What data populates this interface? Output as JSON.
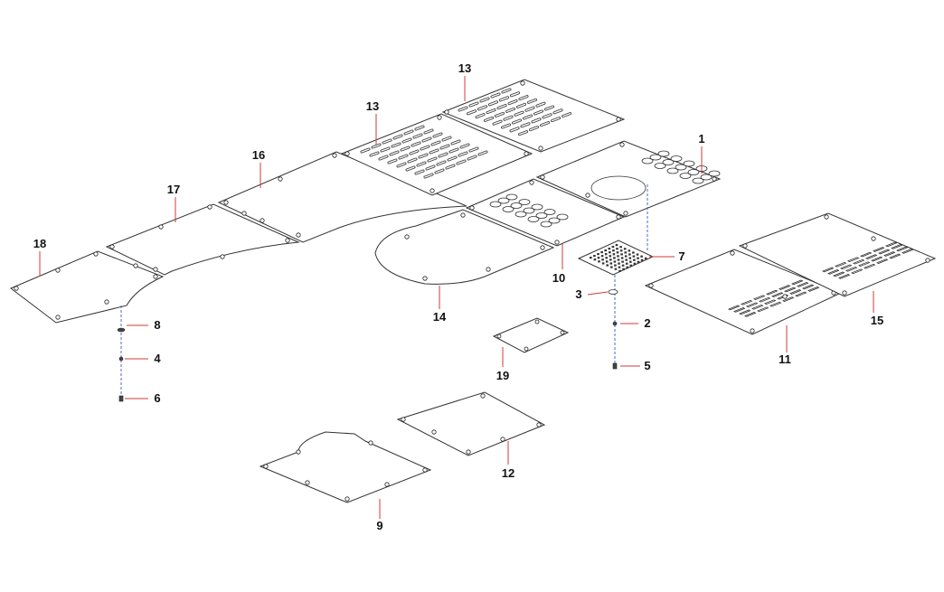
{
  "callouts": {
    "c1": "1",
    "c2": "2",
    "c3": "3",
    "c4": "4",
    "c5": "5",
    "c6": "6",
    "c7": "7",
    "c8": "8",
    "c9": "9",
    "c10": "10",
    "c11": "11",
    "c12": "12",
    "c13a": "13",
    "c13b": "13",
    "c14": "14",
    "c15": "15",
    "c16": "16",
    "c17": "17",
    "c18": "18",
    "c19": "19"
  },
  "colors": {
    "leader": "#d33a3a",
    "fastener_axis": "#5566cc",
    "outline": "#333333"
  }
}
